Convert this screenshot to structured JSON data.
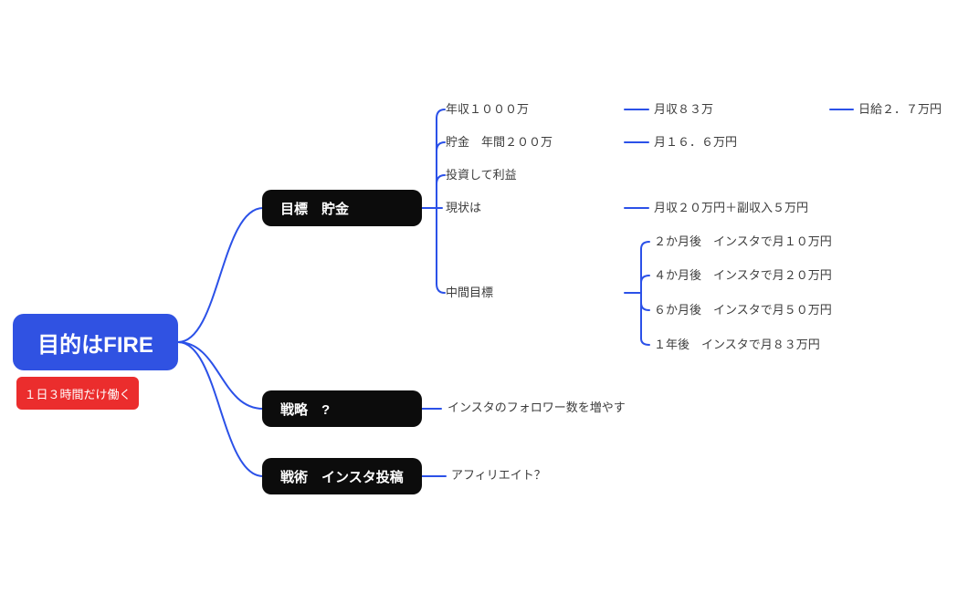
{
  "app": {
    "type": "mindmap-canvas",
    "background": "#ffffff"
  },
  "colors": {
    "root_node_bg": "#3052E2",
    "note_bg": "#EB2D2D",
    "topic_bg": "#0C0C0C",
    "link_line": "#2B51E8",
    "leaf_text": "#3C3C3C",
    "node_text": "#FFFFFF"
  },
  "mindmap": {
    "root": {
      "label": "目的はFIRE"
    },
    "root_note": {
      "label": "１日３時間だけ働く"
    },
    "branches": [
      {
        "label": "目標　貯金",
        "children": [
          {
            "label": "年収１０００万",
            "children": [
              {
                "label": "月収８３万",
                "children": [
                  {
                    "label": "日給２．７万円"
                  }
                ]
              }
            ]
          },
          {
            "label": "貯金　年間２００万",
            "children": [
              {
                "label": "月１６．６万円"
              }
            ]
          },
          {
            "label": "投資して利益"
          },
          {
            "label": "現状は",
            "children": [
              {
                "label": "月収２０万円＋副収入５万円"
              }
            ]
          },
          {
            "label": "中間目標",
            "children": [
              {
                "label": "２か月後　インスタで月１０万円"
              },
              {
                "label": "４か月後　インスタで月２０万円"
              },
              {
                "label": "６か月後　インスタで月５０万円"
              },
              {
                "label": "１年後　インスタで月８３万円"
              }
            ]
          }
        ]
      },
      {
        "label": "戦略　?",
        "children": [
          {
            "label": "インスタのフォロワー数を増やす"
          }
        ]
      },
      {
        "label": "戦術　インスタ投稿",
        "children": [
          {
            "label": "アフィリエイト？"
          }
        ]
      }
    ]
  }
}
